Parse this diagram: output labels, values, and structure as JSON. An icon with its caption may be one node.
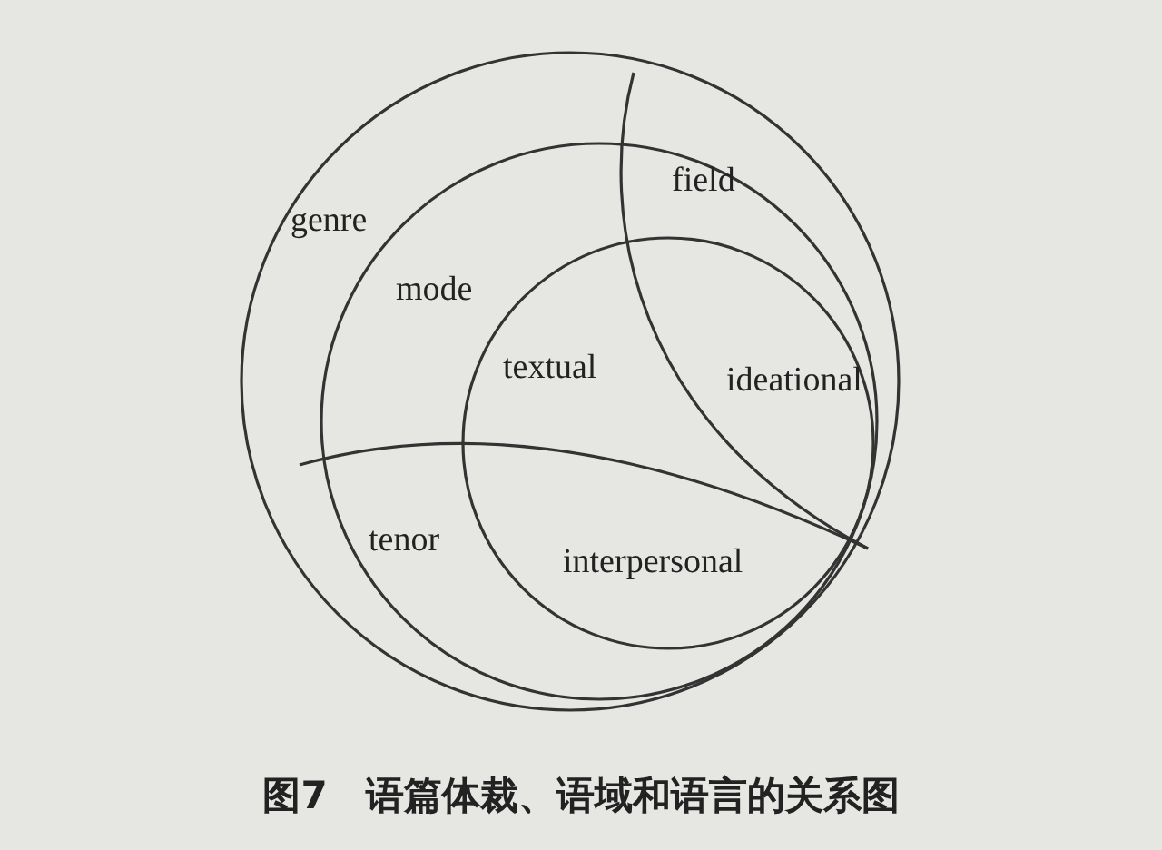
{
  "diagram": {
    "caption": "图7　语篇体裁、语域和语言的关系图",
    "nodes": [
      {
        "text": [
          "genre"
        ]
      },
      {
        "text": [
          "mode",
          "field",
          "tenor"
        ],
        "in": 0
      },
      {
        "text": [
          "textual",
          "ideational",
          "interpersonal"
        ],
        "in": 1
      }
    ],
    "edges": []
  }
}
